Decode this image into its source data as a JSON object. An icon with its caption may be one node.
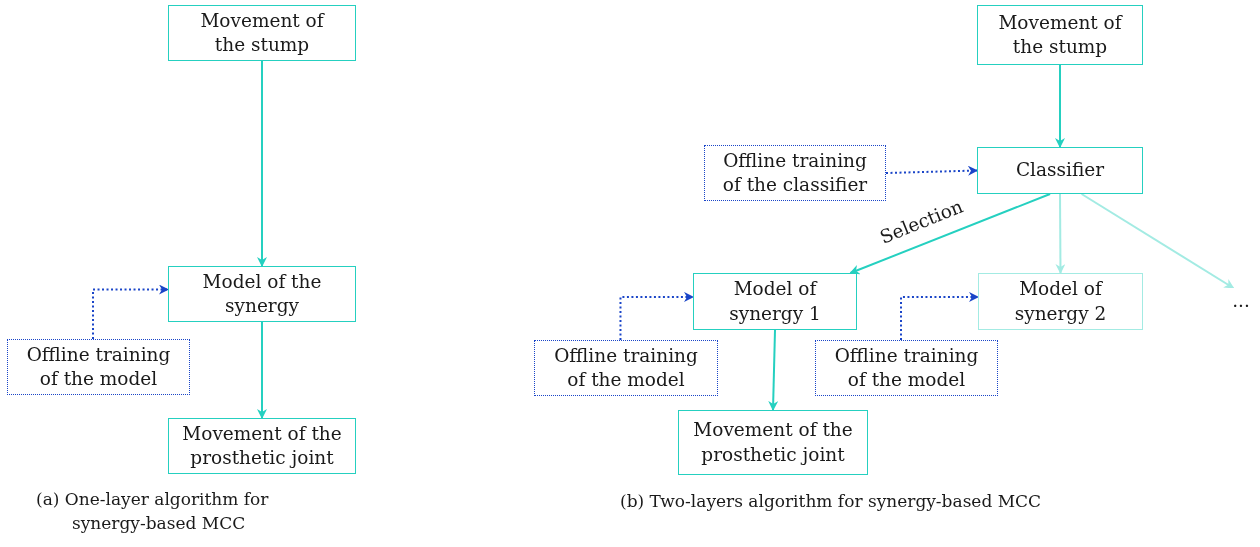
{
  "diagram": {
    "nodes": [
      {
        "text": [
          "Movement of the stump"
        ]
      },
      {
        "text": [
          "Model of the synergy"
        ]
      },
      {
        "text": [
          "Offline training of the model"
        ]
      },
      {
        "text": [
          "Movement of the prosthetic joint"
        ]
      },
      {
        "text": [
          "Movement of the stump"
        ]
      },
      {
        "text": [
          "Offline training of the classifier"
        ]
      },
      {
        "text": [
          "Classifier"
        ]
      },
      {
        "text": [
          "Model of synergy 1"
        ]
      },
      {
        "text": [
          "Model of synergy 2"
        ]
      },
      {
        "text": [
          "..."
        ]
      },
      {
        "text": [
          "Offline training of the model"
        ]
      },
      {
        "text": [
          "Offline training of the model"
        ]
      },
      {
        "text": [
          "Movement of the prosthetic joint"
        ]
      }
    ],
    "edges": [
      {
        "from": 0,
        "to": 1,
        "arrow": "to"
      },
      {
        "from": 2,
        "to": 1,
        "arrow": "to",
        "style": "dashed",
        "color": "#1a45c8"
      },
      {
        "from": 1,
        "to": 3,
        "arrow": "to"
      },
      {
        "from": 4,
        "to": 6,
        "arrow": "to"
      },
      {
        "from": 5,
        "to": 6,
        "arrow": "to",
        "style": "dashed",
        "color": "#1a45c8"
      },
      {
        "from": 6,
        "to": 7,
        "arrow": "to",
        "label": "Selection"
      },
      {
        "from": 6,
        "to": 8,
        "arrow": "to",
        "color": "#a3ebe3"
      },
      {
        "from": 6,
        "to": 9,
        "arrow": "to",
        "color": "#a3ebe3"
      },
      {
        "from": 10,
        "to": 7,
        "arrow": "to",
        "style": "dashed",
        "color": "#1a45c8"
      },
      {
        "from": 11,
        "to": 8,
        "arrow": "to",
        "style": "dashed",
        "color": "#1a45c8"
      },
      {
        "from": 7,
        "to": 12,
        "arrow": "to"
      }
    ],
    "labels": [
      "(a) One-layer algorithm for synergy-based MCC",
      "(b) Two-layers algorithm for synergy-based MCC"
    ]
  }
}
